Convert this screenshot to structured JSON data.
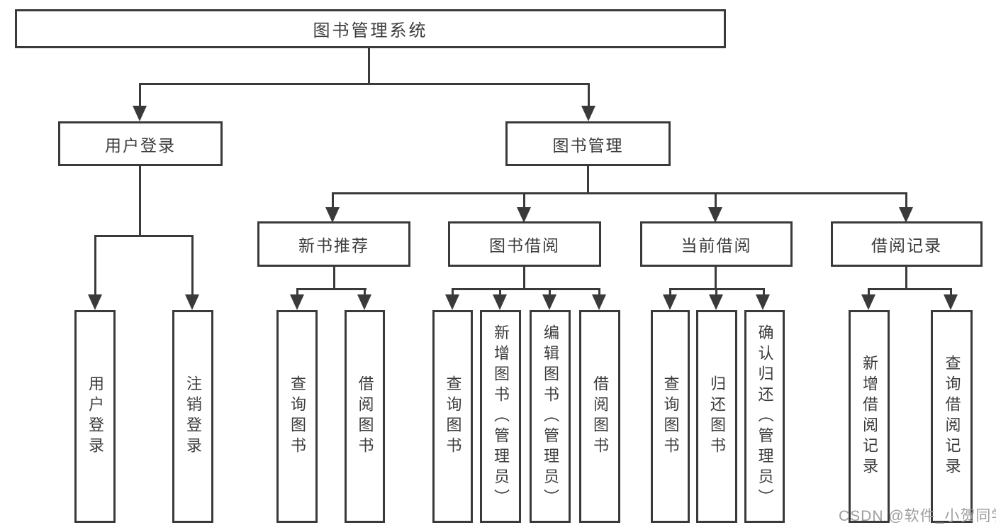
{
  "tree": {
    "label": "图书管理系统",
    "children": [
      {
        "label": "用户登录",
        "children": [
          {
            "label": "用户登录"
          },
          {
            "label": "注销登录"
          }
        ]
      },
      {
        "label": "图书管理",
        "children": [
          {
            "label": "新书推荐",
            "children": [
              {
                "label": "查询图书"
              },
              {
                "label": "借阅图书"
              }
            ]
          },
          {
            "label": "图书借阅",
            "children": [
              {
                "label": "查询图书"
              },
              {
                "label": "新增图书（管理员）"
              },
              {
                "label": "编辑图书（管理员）"
              },
              {
                "label": "借阅图书"
              }
            ]
          },
          {
            "label": "当前借阅",
            "children": [
              {
                "label": "查询图书"
              },
              {
                "label": "归还图书"
              },
              {
                "label": "确认归还（管理员）"
              }
            ]
          },
          {
            "label": "借阅记录",
            "children": [
              {
                "label": "新增借阅记录"
              },
              {
                "label": "查询借阅记录"
              }
            ]
          }
        ]
      }
    ]
  },
  "watermark": "CSDN @软件_小贺同学",
  "colors": {
    "line": "#3a3a3a",
    "text": "#3c3c3c",
    "watermark": "#9e9e9e",
    "background": "#ffffff"
  }
}
